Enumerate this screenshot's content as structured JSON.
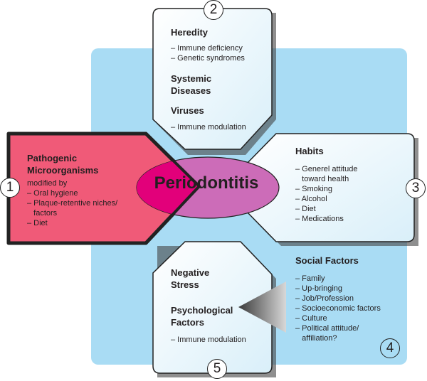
{
  "colors": {
    "background_panel": "#a9dcf4",
    "pathogenic": "#f05a78",
    "ellipse_left": "#e2007a",
    "ellipse_right": "#cc6cb8",
    "panel_light": "#eef8fd"
  },
  "center": {
    "label": "Periodontitis"
  },
  "factors": [
    {
      "number": "1",
      "title": [
        "Pathogenic",
        "Microorganisms"
      ],
      "subtitle": "modified by",
      "items": [
        "– Oral hygiene",
        "– Plaque-retentive niches/",
        "   factors",
        "– Diet"
      ]
    },
    {
      "number": "2",
      "sections": [
        {
          "title": [
            "Heredity"
          ],
          "items": [
            "– Immune deficiency",
            "– Genetic syndromes"
          ]
        },
        {
          "title": [
            "Systemic",
            "Diseases"
          ],
          "items": []
        },
        {
          "title": [
            "Viruses"
          ],
          "items": [
            "– Immune modulation"
          ]
        }
      ]
    },
    {
      "number": "3",
      "title": [
        "Habits"
      ],
      "items": [
        "– Generel attitude",
        "   toward health",
        "– Smoking",
        "– Alcohol",
        "– Diet",
        "– Medications"
      ]
    },
    {
      "number": "4",
      "title": [
        "Social Factors"
      ],
      "items": [
        "– Family",
        "– Up-bringing",
        "– Job/Profession",
        "– Socioeconomic factors",
        "– Culture",
        "– Political attitude/",
        "   affiliation?"
      ]
    },
    {
      "number": "5",
      "sections": [
        {
          "title": [
            "Negative",
            "Stress"
          ],
          "items": []
        },
        {
          "title": [
            "Psychological",
            "Factors"
          ],
          "items": [
            "– Immune modulation"
          ]
        }
      ]
    }
  ]
}
